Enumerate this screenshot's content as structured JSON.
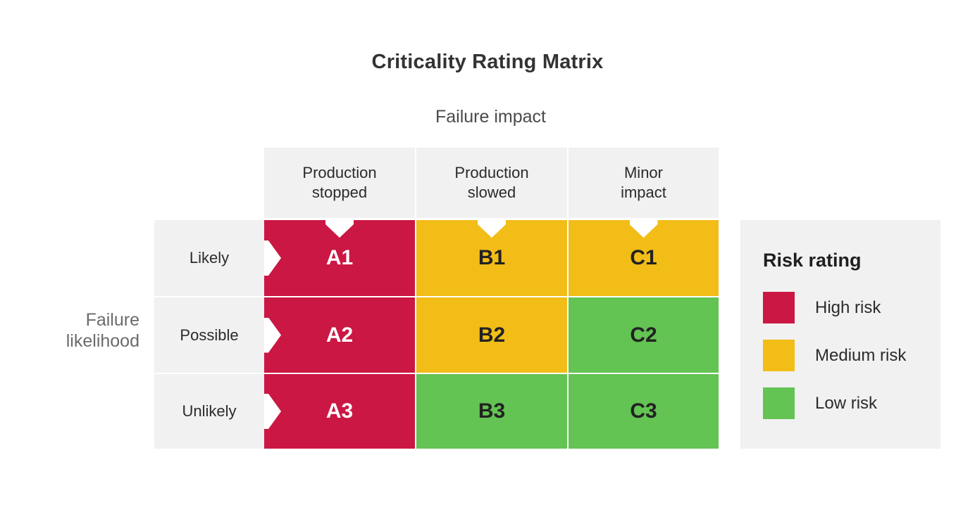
{
  "title": "Criticality Rating Matrix",
  "axis": {
    "x_title": "Failure impact",
    "y_title_line1": "Failure",
    "y_title_line2": "likelihood"
  },
  "legend": {
    "title": "Risk rating",
    "items": [
      {
        "label": "High risk",
        "color": "#cb1743"
      },
      {
        "label": "Medium risk",
        "color": "#f2bd17"
      },
      {
        "label": "Low risk",
        "color": "#63c353"
      }
    ]
  },
  "colors": {
    "high": "#cb1743",
    "medium": "#f2bd17",
    "low": "#63c353",
    "header_bg": "#f1f1f1",
    "page_bg": "#ffffff",
    "text_dark": "#222222",
    "text_light": "#ffffff",
    "title_text": "#333333"
  },
  "chart_data": {
    "type": "heatmap",
    "title": "Criticality Rating Matrix",
    "xlabel": "Failure impact",
    "ylabel": "Failure likelihood",
    "grid": false,
    "legend_position": "right",
    "categories_x": [
      "Production stopped",
      "Production slowed",
      "Minor impact"
    ],
    "categories_y": [
      "Likely",
      "Possible",
      "Unlikely"
    ],
    "risk_levels": [
      "High risk",
      "Medium risk",
      "Low risk"
    ],
    "cells": [
      {
        "row": 0,
        "col": 0,
        "label": "A1",
        "risk": "High risk",
        "color": "#cb1743",
        "text_color": "#ffffff"
      },
      {
        "row": 0,
        "col": 1,
        "label": "B1",
        "risk": "Medium risk",
        "color": "#f2bd17",
        "text_color": "#222222"
      },
      {
        "row": 0,
        "col": 2,
        "label": "C1",
        "risk": "Medium risk",
        "color": "#f2bd17",
        "text_color": "#222222"
      },
      {
        "row": 1,
        "col": 0,
        "label": "A2",
        "risk": "High risk",
        "color": "#cb1743",
        "text_color": "#ffffff"
      },
      {
        "row": 1,
        "col": 1,
        "label": "B2",
        "risk": "Medium risk",
        "color": "#f2bd17",
        "text_color": "#222222"
      },
      {
        "row": 1,
        "col": 2,
        "label": "C2",
        "risk": "Low risk",
        "color": "#63c353",
        "text_color": "#222222"
      },
      {
        "row": 2,
        "col": 0,
        "label": "A3",
        "risk": "High risk",
        "color": "#cb1743",
        "text_color": "#ffffff"
      },
      {
        "row": 2,
        "col": 1,
        "label": "B3",
        "risk": "Low risk",
        "color": "#63c353",
        "text_color": "#222222"
      },
      {
        "row": 2,
        "col": 2,
        "label": "C3",
        "risk": "Low risk",
        "color": "#63c353",
        "text_color": "#222222"
      }
    ]
  }
}
